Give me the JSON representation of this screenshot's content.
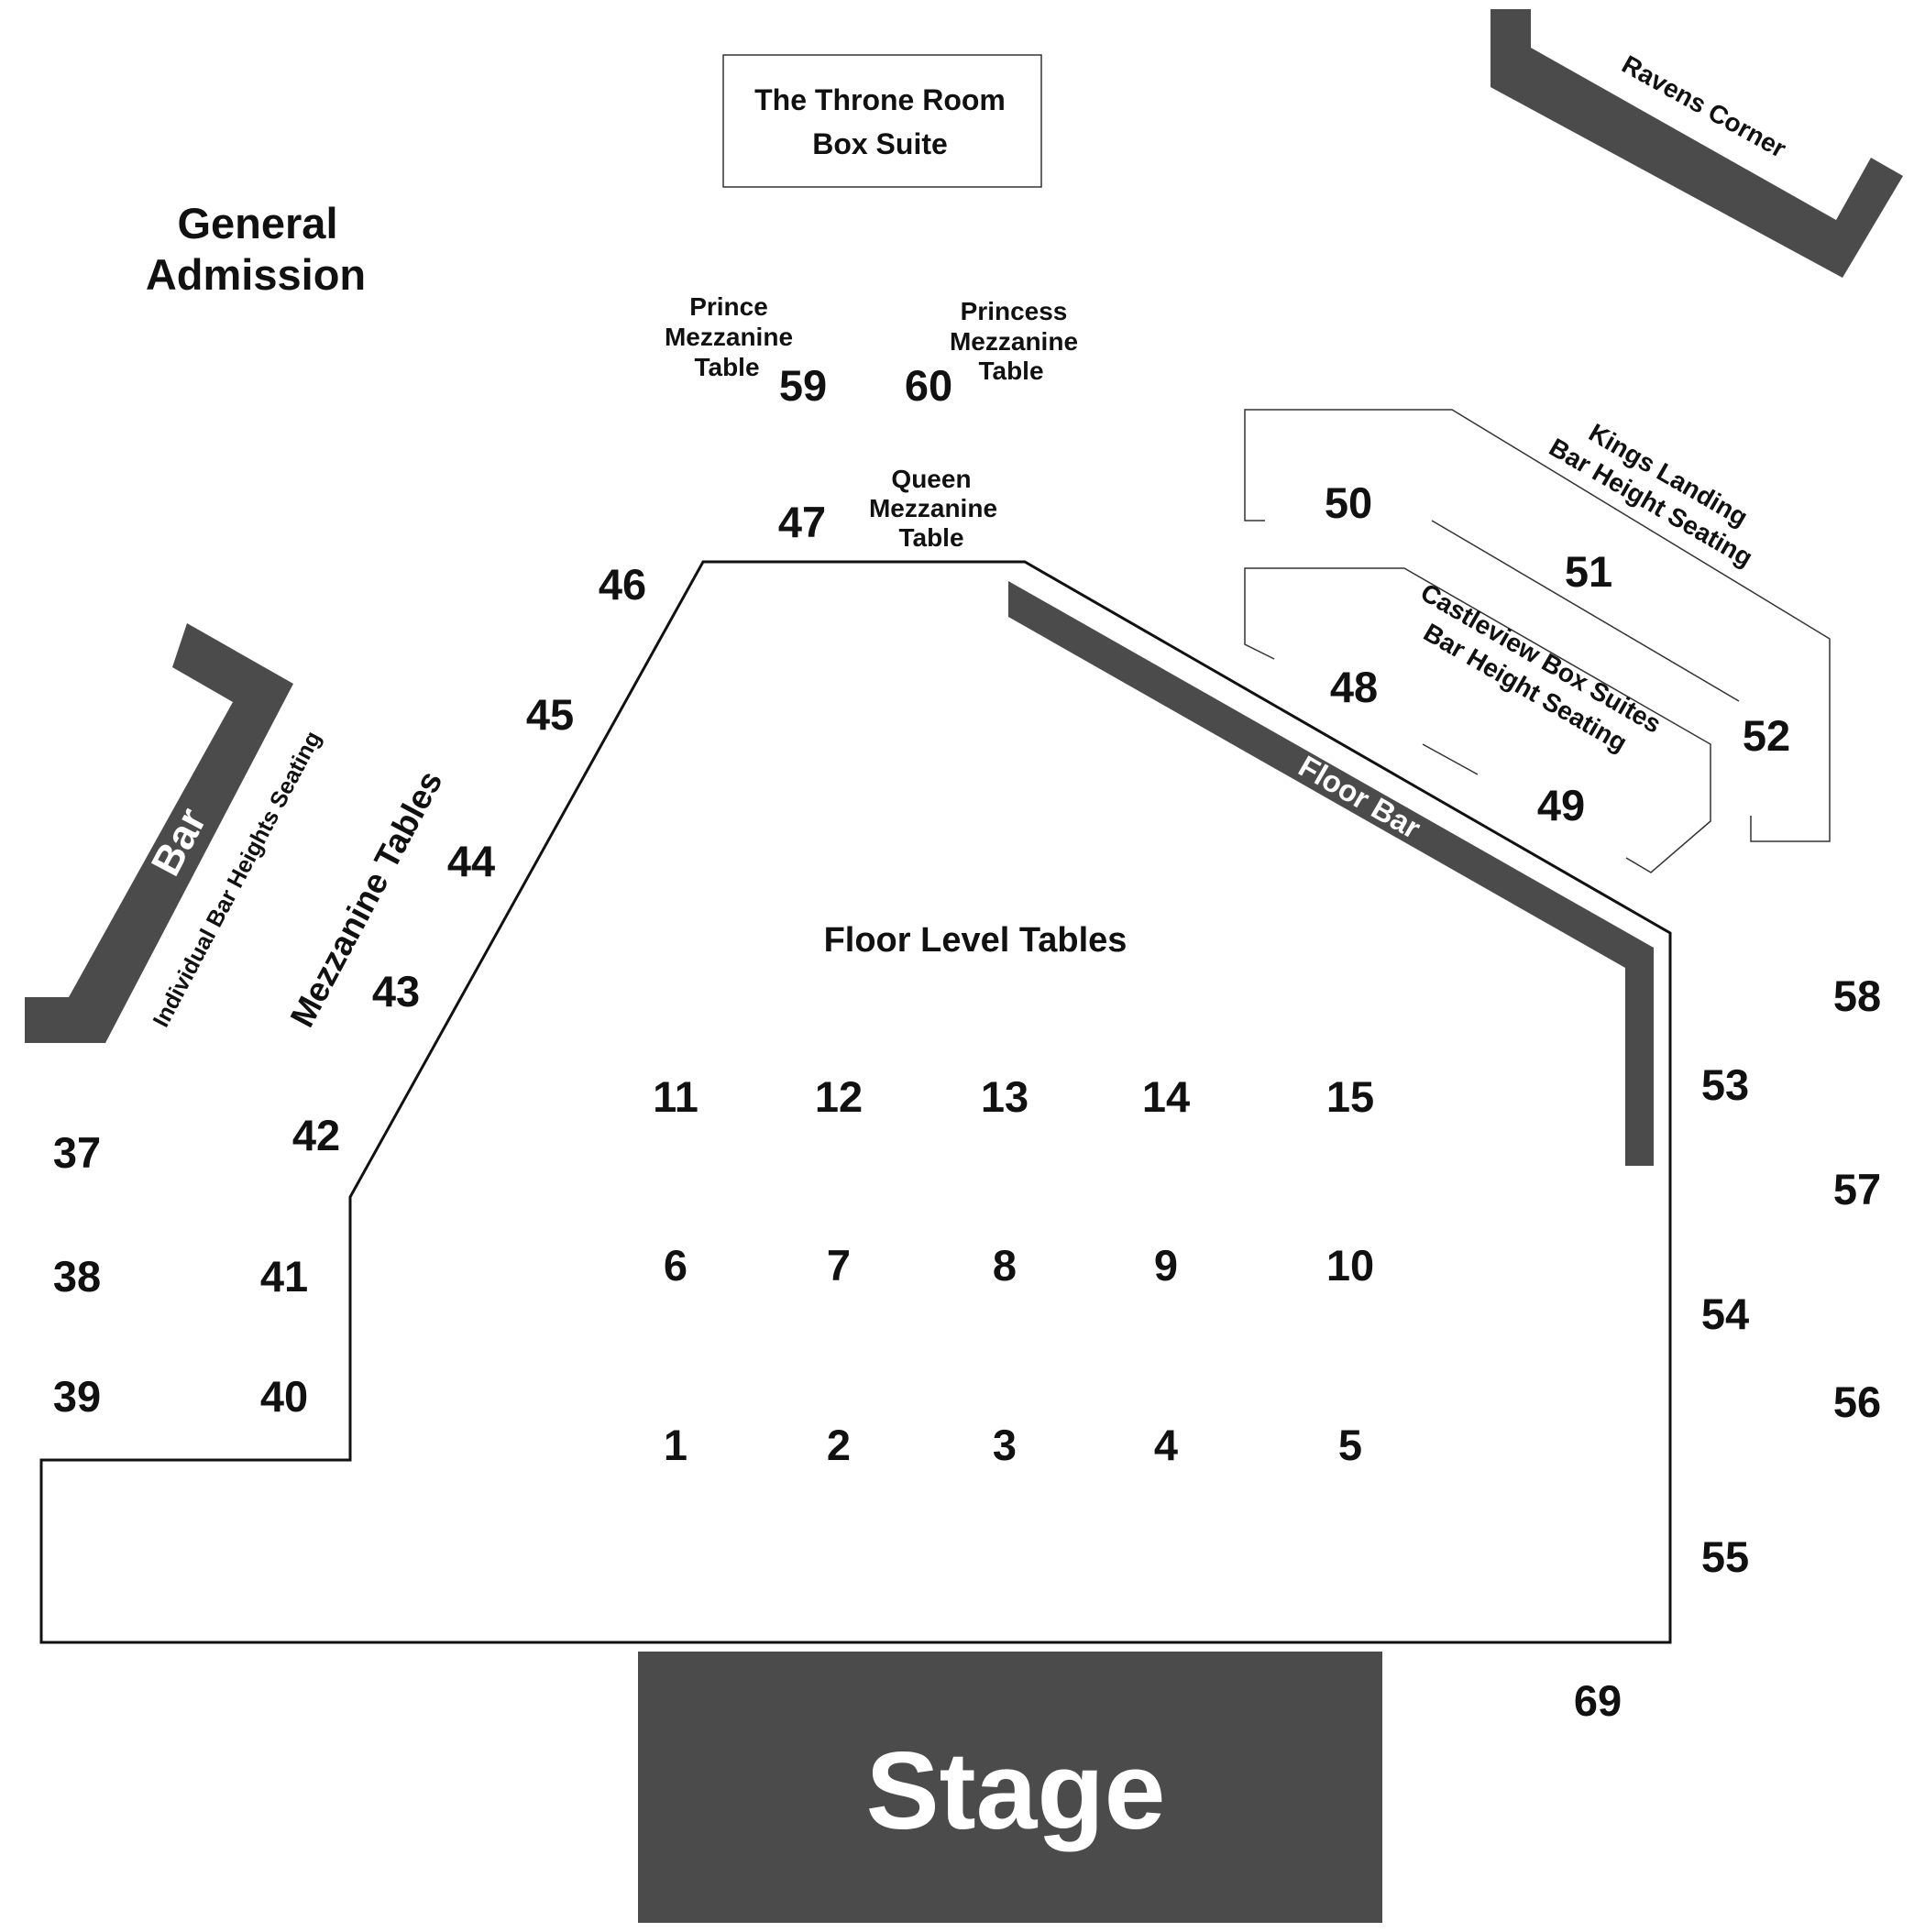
{
  "title": {
    "throne_room_line1": "The Throne Room",
    "throne_room_line2": "Box Suite",
    "general_admission_line1": "General",
    "general_admission_line2": "Admission"
  },
  "areas": {
    "stage": "Stage",
    "floor_level_tables": "Floor Level Tables",
    "floor_bar": "Floor Bar",
    "bar": "Bar",
    "bar_seating": "Individual Bar Heights Seating",
    "mezzanine_tables": "Mezzanine Tables",
    "ravens_corner": "Ravens Corner",
    "kings_landing_line1": "Kings Landing",
    "kings_landing_line2": "Bar Height Seating",
    "castleview_line1": "Castleview Box Suites",
    "castleview_line2": "Bar Height Seating",
    "prince": [
      "Prince",
      "Mezzanine",
      "Table"
    ],
    "princess": [
      "Princess",
      "Mezzanine",
      "Table"
    ],
    "queen": [
      "Queen",
      "Mezzanine",
      "Table"
    ]
  },
  "tables": {
    "t1": "1",
    "t2": "2",
    "t3": "3",
    "t4": "4",
    "t5": "5",
    "t6": "6",
    "t7": "7",
    "t8": "8",
    "t9": "9",
    "t10": "10",
    "t11": "11",
    "t12": "12",
    "t13": "13",
    "t14": "14",
    "t15": "15",
    "t37": "37",
    "t38": "38",
    "t39": "39",
    "t40": "40",
    "t41": "41",
    "t42": "42",
    "t43": "43",
    "t44": "44",
    "t45": "45",
    "t46": "46",
    "t47": "47",
    "t48": "48",
    "t49": "49",
    "t50": "50",
    "t51": "51",
    "t52": "52",
    "t53": "53",
    "t54": "54",
    "t55": "55",
    "t56": "56",
    "t57": "57",
    "t58": "58",
    "t59": "59",
    "t60": "60",
    "t69": "69"
  },
  "colors": {
    "dark_fill": "#4b4b4b",
    "line": "#111111",
    "background": "#ffffff"
  }
}
